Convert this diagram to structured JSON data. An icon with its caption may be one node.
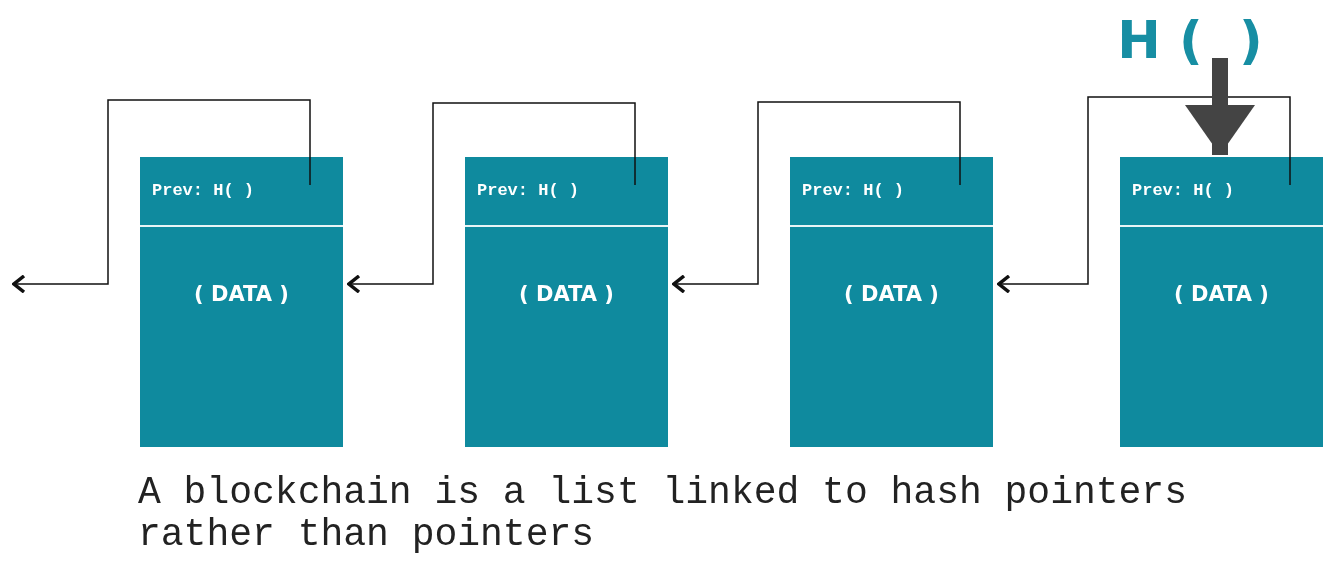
{
  "diagram": {
    "nodes": [
      {
        "text": [
          "H (  )"
        ]
      },
      {
        "text": [
          "Prev: H( )",
          "( DATA )"
        ]
      },
      {
        "text": [
          "Prev: H( )",
          "( DATA )"
        ]
      },
      {
        "text": [
          "Prev: H( )",
          "( DATA )"
        ]
      },
      {
        "text": [
          "Prev: H( )",
          "( DATA )"
        ]
      }
    ],
    "edges": [
      {
        "from": 1,
        "to": null,
        "arrow": "to"
      },
      {
        "from": 2,
        "to": 1,
        "arrow": "to"
      },
      {
        "from": 3,
        "to": 2,
        "arrow": "to"
      },
      {
        "from": 4,
        "to": 3,
        "arrow": "to"
      },
      {
        "from": 0,
        "to": 4,
        "arrow": "to",
        "style": "thick",
        "color": "#444444"
      }
    ],
    "caption": "A blockchain is a list linked to hash pointers rather than pointers"
  }
}
